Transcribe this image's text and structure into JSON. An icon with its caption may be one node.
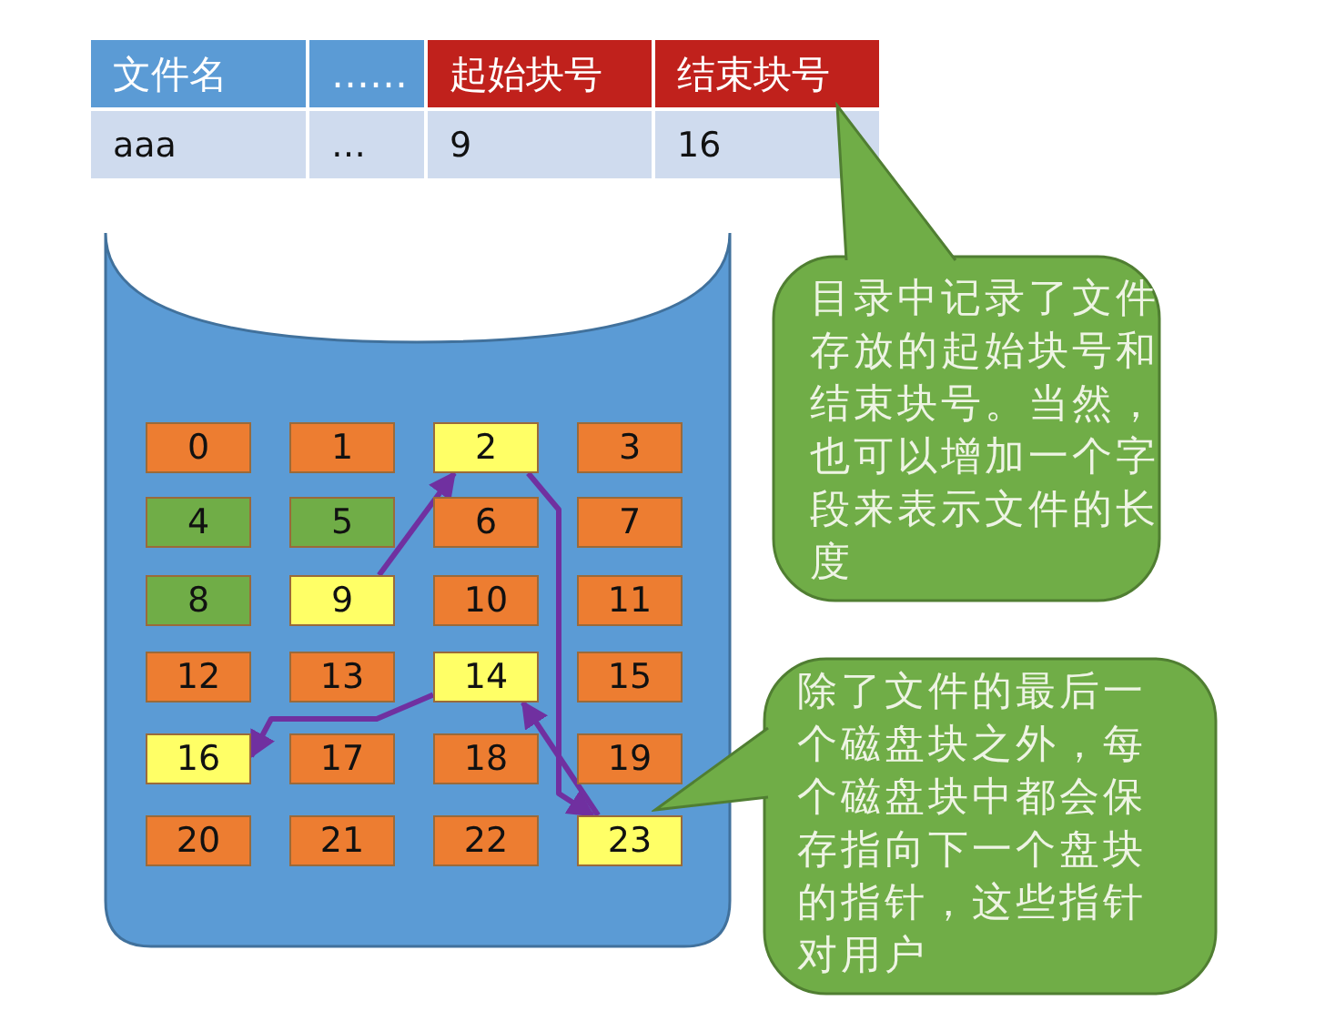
{
  "diagram": {
    "nodes": [
      {
        "text": [],
        "shape": "cylinder"
      },
      {
        "text": [
          "0"
        ],
        "in": 0
      },
      {
        "text": [
          "1"
        ],
        "in": 0
      },
      {
        "text": [
          "2"
        ],
        "in": 0
      },
      {
        "text": [
          "3"
        ],
        "in": 0
      },
      {
        "text": [
          "4"
        ],
        "in": 0
      },
      {
        "text": [
          "5"
        ],
        "in": 0
      },
      {
        "text": [
          "6"
        ],
        "in": 0
      },
      {
        "text": [
          "7"
        ],
        "in": 0
      },
      {
        "text": [
          "8"
        ],
        "in": 0
      },
      {
        "text": [
          "9"
        ],
        "in": 0
      },
      {
        "text": [
          "10"
        ],
        "in": 0
      },
      {
        "text": [
          "11"
        ],
        "in": 0
      },
      {
        "text": [
          "12"
        ],
        "in": 0
      },
      {
        "text": [
          "13"
        ],
        "in": 0
      },
      {
        "text": [
          "14"
        ],
        "in": 0
      },
      {
        "text": [
          "15"
        ],
        "in": 0
      },
      {
        "text": [
          "16"
        ],
        "in": 0
      },
      {
        "text": [
          "17"
        ],
        "in": 0
      },
      {
        "text": [
          "18"
        ],
        "in": 0
      },
      {
        "text": [
          "19"
        ],
        "in": 0
      },
      {
        "text": [
          "20"
        ],
        "in": 0
      },
      {
        "text": [
          "21"
        ],
        "in": 0
      },
      {
        "text": [
          "22"
        ],
        "in": 0
      },
      {
        "text": [
          "23"
        ],
        "in": 0
      },
      {
        "text": [
          "目录中记录了文件存放的起始块号和结束块号。当然，也可以增加一个字段来表示文件的长度"
        ]
      },
      {
        "text": [
          "除了文件的最后一个磁盘块之外，每个磁盘块中都会保存指向下一个盘块的指针，这些指针对用户"
        ]
      }
    ],
    "edges": [
      {
        "from": 10,
        "to": 3,
        "arrow": "to"
      },
      {
        "from": 3,
        "to": 24,
        "arrow": "to"
      },
      {
        "from": 24,
        "to": 15,
        "arrow": "to"
      },
      {
        "from": 15,
        "to": 17,
        "arrow": "to"
      }
    ],
    "labels": [
      "文件名",
      "……",
      "起始块号",
      "结束块号",
      "aaa",
      "…",
      "9",
      "16"
    ]
  }
}
